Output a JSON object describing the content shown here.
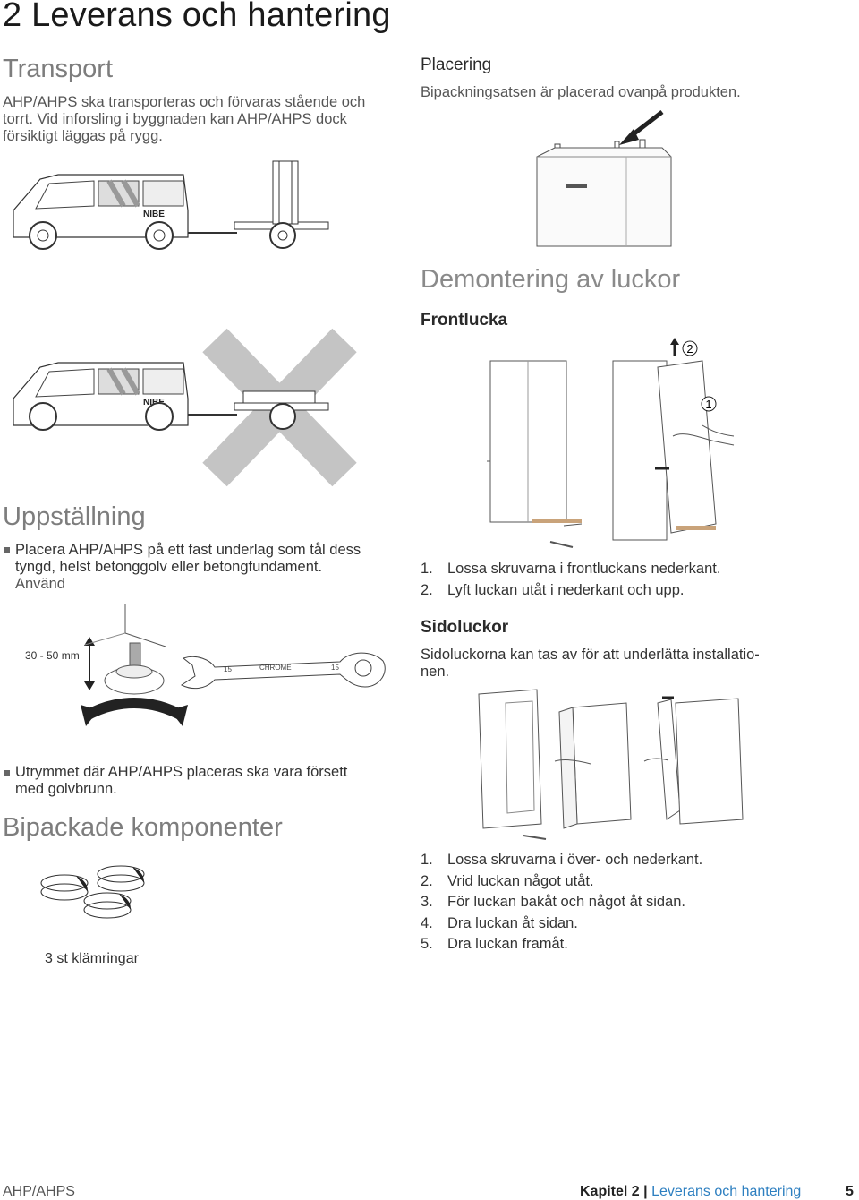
{
  "page": {
    "chapter_heading": "2  Leverans och hantering"
  },
  "transport": {
    "title": "Transport",
    "text": [
      "AHP/AHPS ska transporteras och förvaras stående och",
      "torrt. Vid inforsling i byggnaden kan AHP/AHPS dock",
      "försiktigt läggas på rygg."
    ]
  },
  "placering": {
    "title": "Placering",
    "text": "Bipackningsatsen är placerad ovanpå produkten."
  },
  "demontering": {
    "title": "Demontering av luckor",
    "frontlucka_title": "Frontlucka",
    "steps": [
      {
        "n": "1.",
        "text": "Lossa skruvarna i frontluckans nederkant."
      },
      {
        "n": "2.",
        "text": "Lyft luckan utåt i nederkant och upp."
      }
    ],
    "callouts": [
      "1",
      "2"
    ],
    "sidoluckor_title": "Sidoluckor",
    "sidoluckor_text": [
      "Sidoluckorna kan tas av för att underlätta installatio-",
      "nen."
    ],
    "side_steps": [
      {
        "n": "1.",
        "text": "Lossa skruvarna i över- och nederkant."
      },
      {
        "n": "2.",
        "text": "Vrid luckan något utåt."
      },
      {
        "n": "3.",
        "text": "För luckan bakåt och något åt sidan."
      },
      {
        "n": "4.",
        "text": "Dra luckan åt sidan."
      },
      {
        "n": "5.",
        "text": "Dra luckan framåt."
      }
    ]
  },
  "uppstallning": {
    "title": "Uppställning",
    "bullet1": [
      "Placera AHP/AHPS på ett fast underlag som tål dess",
      "tyngd, helst betonggolv eller betongfundament.",
      "Använd"
    ],
    "foot_label": "30 - 50 mm",
    "bullet2": [
      "Utrymmet där AHP/AHPS placeras ska vara försett",
      "med golvbrunn."
    ]
  },
  "bipackade": {
    "title": "Bipackade komponenter",
    "caption": "3 st klämringar"
  },
  "illustration_text": {
    "van_brand": "NIBE",
    "wrench_marks": [
      "15",
      "15",
      "CHROME"
    ]
  },
  "footer": {
    "product": "AHP/AHPS",
    "chapter_label": "Kapitel 2",
    "separator": "|",
    "chapter_name": "Leverans och hantering",
    "page_number": "5"
  },
  "colors": {
    "accent": "#2d7fc0",
    "heading_gray": "#7d7d7d",
    "cross_gray": "#c4c4c4"
  }
}
